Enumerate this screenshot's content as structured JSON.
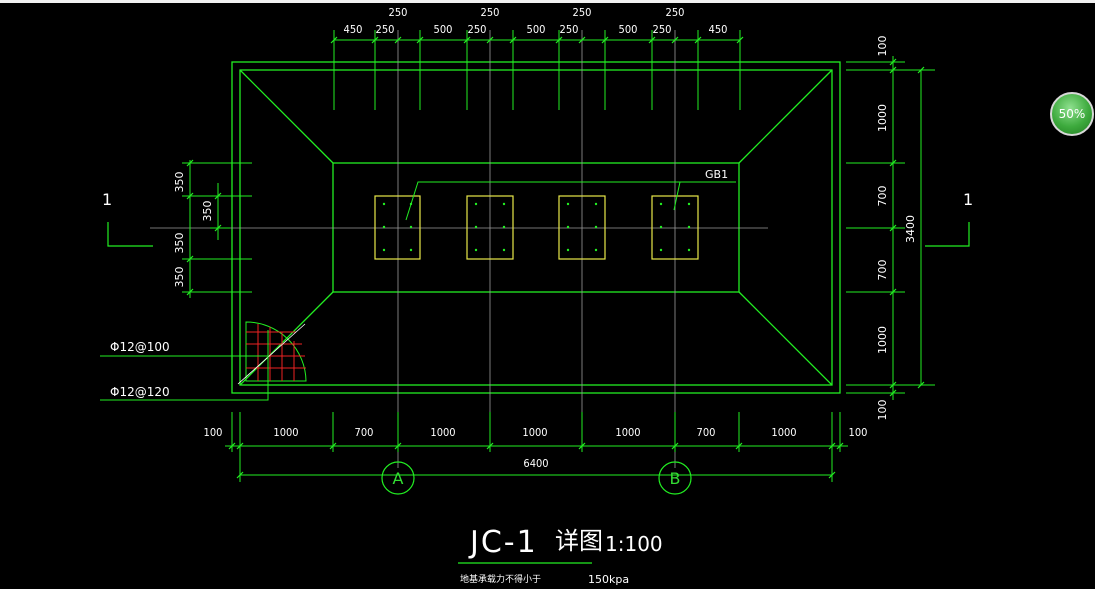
{
  "drawing": {
    "title": "JC-1",
    "title_suffix": "详图",
    "scale": "1:100",
    "note_label": "地基承载力不得小于",
    "note_value": "150kpa",
    "rebar_1": "Φ12@100",
    "rebar_2": "Φ12@120",
    "gb_label": "GB1",
    "section_mark": "1",
    "axis_a": "A",
    "axis_b": "B"
  },
  "top_dims": {
    "upper": [
      "250",
      "250",
      "250",
      "250"
    ],
    "lower": [
      "450",
      "250",
      "500",
      "250",
      "500",
      "250",
      "500",
      "250",
      "450"
    ]
  },
  "bottom_dims": {
    "segments": [
      "100",
      "1000",
      "700",
      "1000",
      "1000",
      "1000",
      "700",
      "1000",
      "100"
    ],
    "total": "6400"
  },
  "right_dims": {
    "segments": [
      "100",
      "1000",
      "700",
      "700",
      "1000",
      "100"
    ],
    "total": "3400"
  },
  "left_dims": {
    "outer": [
      "350",
      "350",
      "350"
    ],
    "inner": "350"
  },
  "zoom": "50%"
}
